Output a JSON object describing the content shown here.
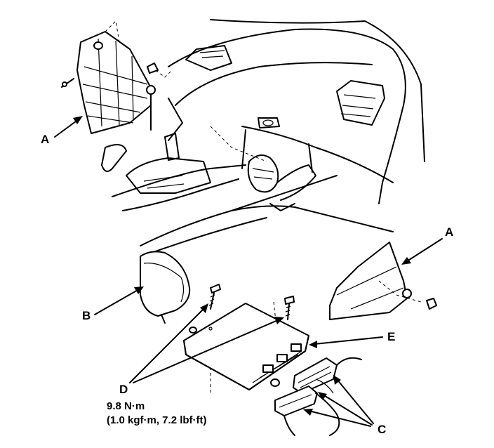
{
  "callouts": {
    "a_upper": "A",
    "a_right": "A",
    "b": "B",
    "c": "C",
    "d": "D",
    "e": "E"
  },
  "torque_spec": {
    "line1": "9.8 N·m",
    "line2": "(1.0 kgf·m, 7.2 lbf·ft)"
  }
}
